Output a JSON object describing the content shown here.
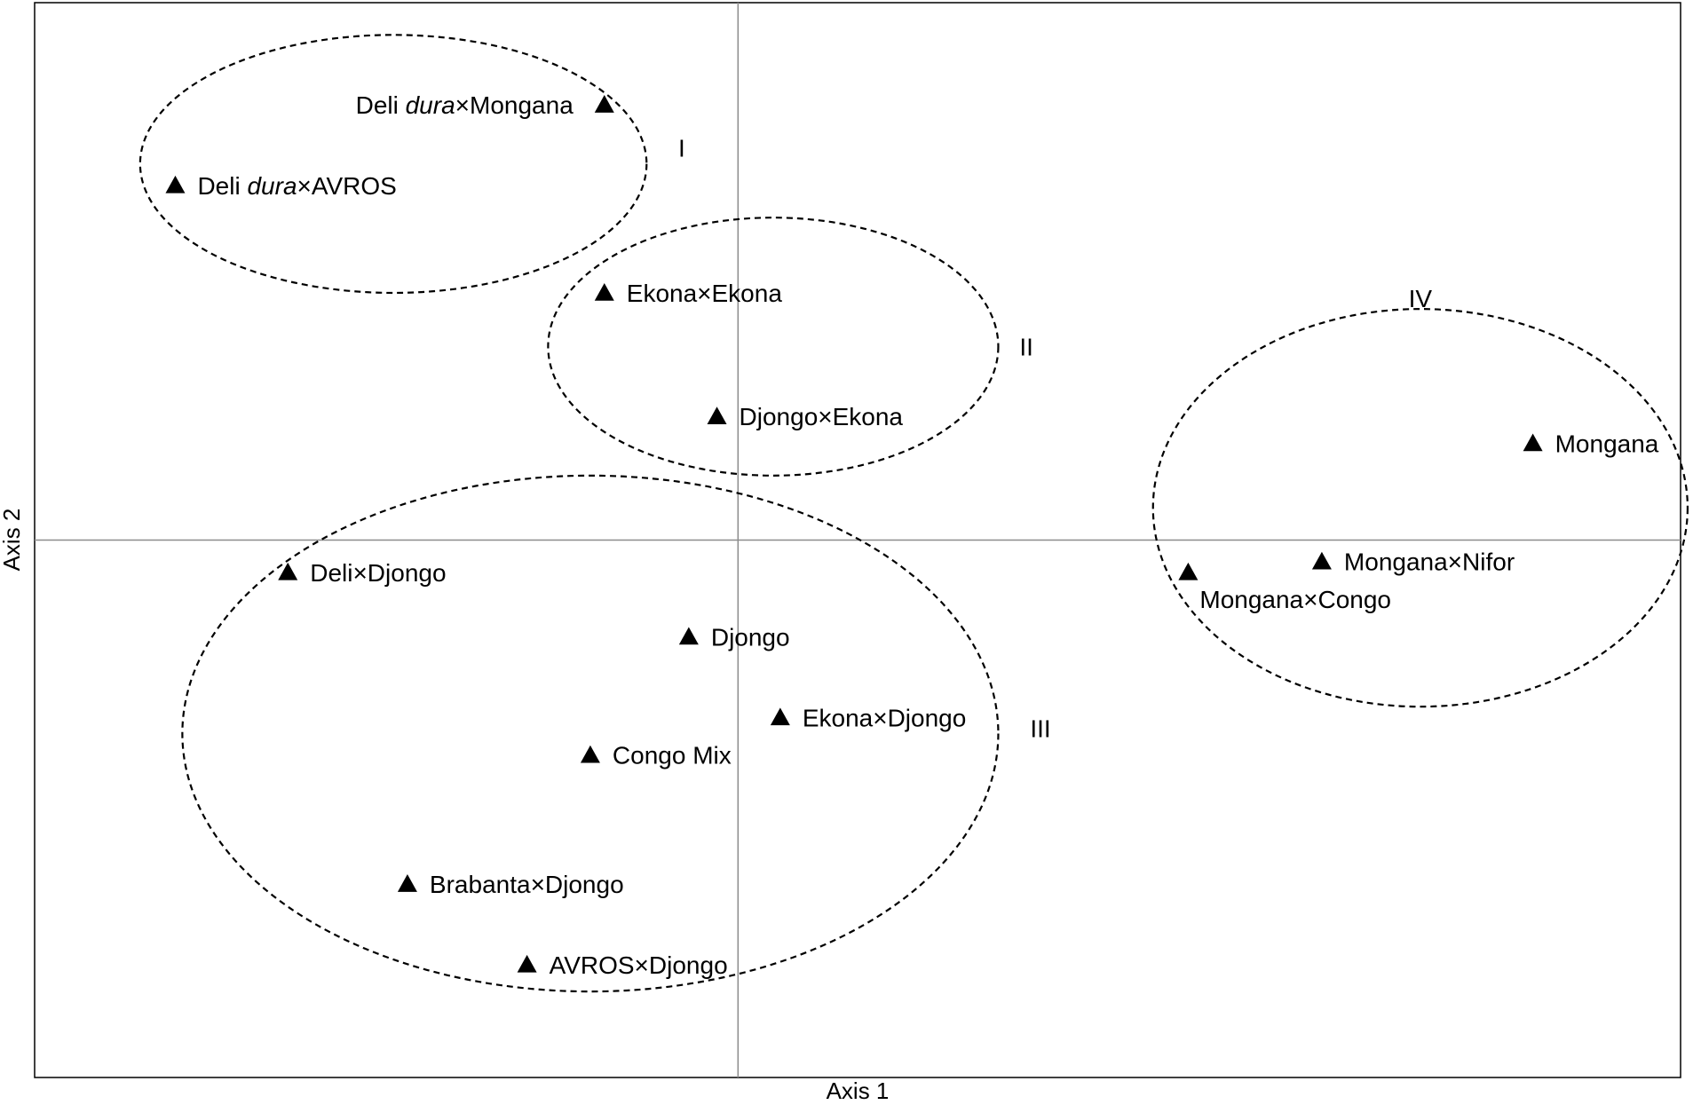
{
  "chart_data": {
    "type": "scatter",
    "xlabel": "Axis 1",
    "ylabel": "Axis 2",
    "xlim": [
      -1.0,
      1.34
    ],
    "ylim": [
      -1.0,
      1.0
    ],
    "grid": false,
    "zero_lines": true,
    "marker": "triangle",
    "points": [
      {
        "label_prefix": "Deli ",
        "label_italic": "dura",
        "label_suffix": "×Mongana",
        "x": -0.19,
        "y": 0.81,
        "label_side": "left"
      },
      {
        "label_prefix": "Deli ",
        "label_italic": "dura",
        "label_suffix": "×AVROS",
        "x": -0.8,
        "y": 0.66,
        "label_side": "right"
      },
      {
        "label_prefix": "Ekona×Ekona",
        "label_italic": "",
        "label_suffix": "",
        "x": -0.19,
        "y": 0.46,
        "label_side": "right"
      },
      {
        "label_prefix": "Djongo×Ekona",
        "label_italic": "",
        "label_suffix": "",
        "x": -0.03,
        "y": 0.23,
        "label_side": "right"
      },
      {
        "label_prefix": "Mongana",
        "label_italic": "",
        "label_suffix": "",
        "x": 1.13,
        "y": 0.18,
        "label_side": "right"
      },
      {
        "label_prefix": "Deli×Djongo",
        "label_italic": "",
        "label_suffix": "",
        "x": -0.64,
        "y": -0.06,
        "label_side": "right"
      },
      {
        "label_prefix": "Mongana×Nifor",
        "label_italic": "",
        "label_suffix": "",
        "x": 0.83,
        "y": -0.04,
        "label_side": "right"
      },
      {
        "label_prefix": "Mongana×Congo",
        "label_italic": "",
        "label_suffix": "",
        "x": 0.64,
        "y": -0.06,
        "label_side": "below"
      },
      {
        "label_prefix": "Djongo",
        "label_italic": "",
        "label_suffix": "",
        "x": -0.07,
        "y": -0.18,
        "label_side": "right"
      },
      {
        "label_prefix": "Ekona×Djongo",
        "label_italic": "",
        "label_suffix": "",
        "x": 0.06,
        "y": -0.33,
        "label_side": "right"
      },
      {
        "label_prefix": "Congo Mix",
        "label_italic": "",
        "label_suffix": "",
        "x": -0.21,
        "y": -0.4,
        "label_side": "right"
      },
      {
        "label_prefix": "Brabanta×Djongo",
        "label_italic": "",
        "label_suffix": "",
        "x": -0.47,
        "y": -0.64,
        "label_side": "right"
      },
      {
        "label_prefix": "AVROS×Djongo",
        "label_italic": "",
        "label_suffix": "",
        "x": -0.3,
        "y": -0.79,
        "label_side": "right"
      }
    ],
    "groups": [
      {
        "label": "I",
        "cx": -0.49,
        "cy": 0.7,
        "rx": 0.36,
        "ry": 0.24,
        "label_x": -0.08,
        "label_y": 0.73
      },
      {
        "label": "II",
        "cx": 0.05,
        "cy": 0.36,
        "rx": 0.32,
        "ry": 0.24,
        "label_x": 0.41,
        "label_y": 0.36
      },
      {
        "label": "III",
        "cx": -0.21,
        "cy": -0.36,
        "rx": 0.58,
        "ry": 0.48,
        "label_x": 0.43,
        "label_y": -0.35
      },
      {
        "label": "IV",
        "cx": 0.97,
        "cy": 0.06,
        "rx": 0.38,
        "ry": 0.37,
        "label_x": 0.97,
        "label_y": 0.45
      }
    ]
  }
}
